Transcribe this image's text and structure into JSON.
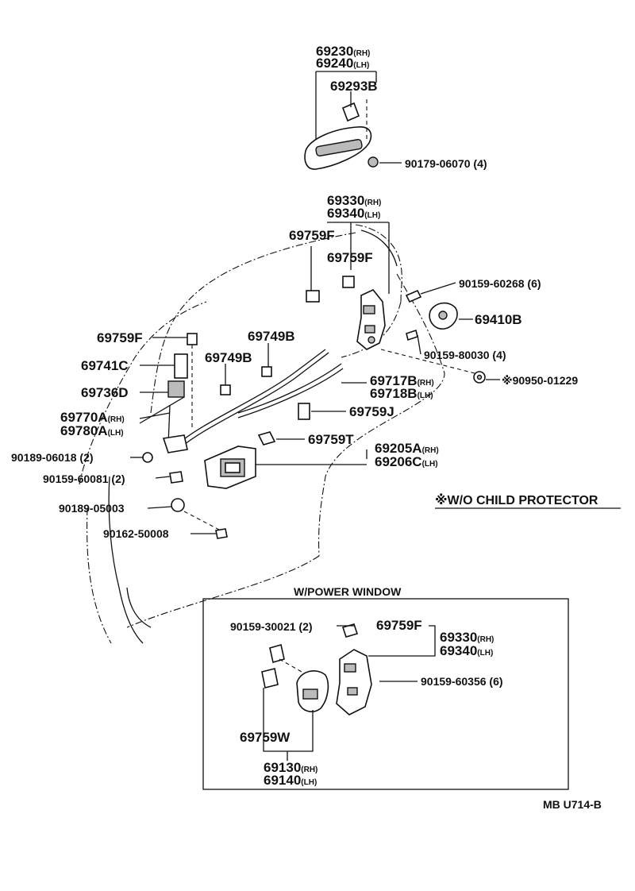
{
  "labels": {
    "p69230": "69230",
    "p69240": "69240",
    "p69293B": "69293B",
    "p90179": "90179-06070 (4)",
    "p69330_top": "69330",
    "p69340_top": "69340",
    "p69759F_a": "69759F",
    "p69759F_b": "69759F",
    "p69759F_c": "69759F",
    "p90159_60268": "90159-60268 (6)",
    "p69410B": "69410B",
    "p90159_80030": "90159-80030 (4)",
    "p90950": "※90950-01229",
    "p69749B_a": "69749B",
    "p69749B_b": "69749B",
    "p69741C": "69741C",
    "p69736D": "69736D",
    "p69717B": "69717B",
    "p69718B": "69718B",
    "p69770A": "69770A",
    "p69780A": "69780A",
    "p69759J": "69759J",
    "p69759T": "69759T",
    "p69205A": "69205A",
    "p69206C": "69206C",
    "p90189_06018": "90189-06018 (2)",
    "p90159_60081": "90159-60081 (2)",
    "p90189_05003": "90189-05003",
    "p90162_50008": "90162-50008",
    "wo_child": "※W/O CHILD PROTECTOR",
    "w_power": "W/POWER WINDOW",
    "p90159_30021": "90159-30021 (2)",
    "p69759F_pw": "69759F",
    "p69330_pw": "69330",
    "p69340_pw": "69340",
    "p90159_60356": "90159-60356 (6)",
    "p69759W": "69759W",
    "p69130": "69130",
    "p69140": "69140",
    "ref": "MB U714-B"
  },
  "side": {
    "rh": "(RH)",
    "lh": "(LH)"
  },
  "icons": [
    "outside-handle-icon",
    "door-lock-icon",
    "striker-icon",
    "inside-handle-icon",
    "power-window-lock-icon"
  ]
}
